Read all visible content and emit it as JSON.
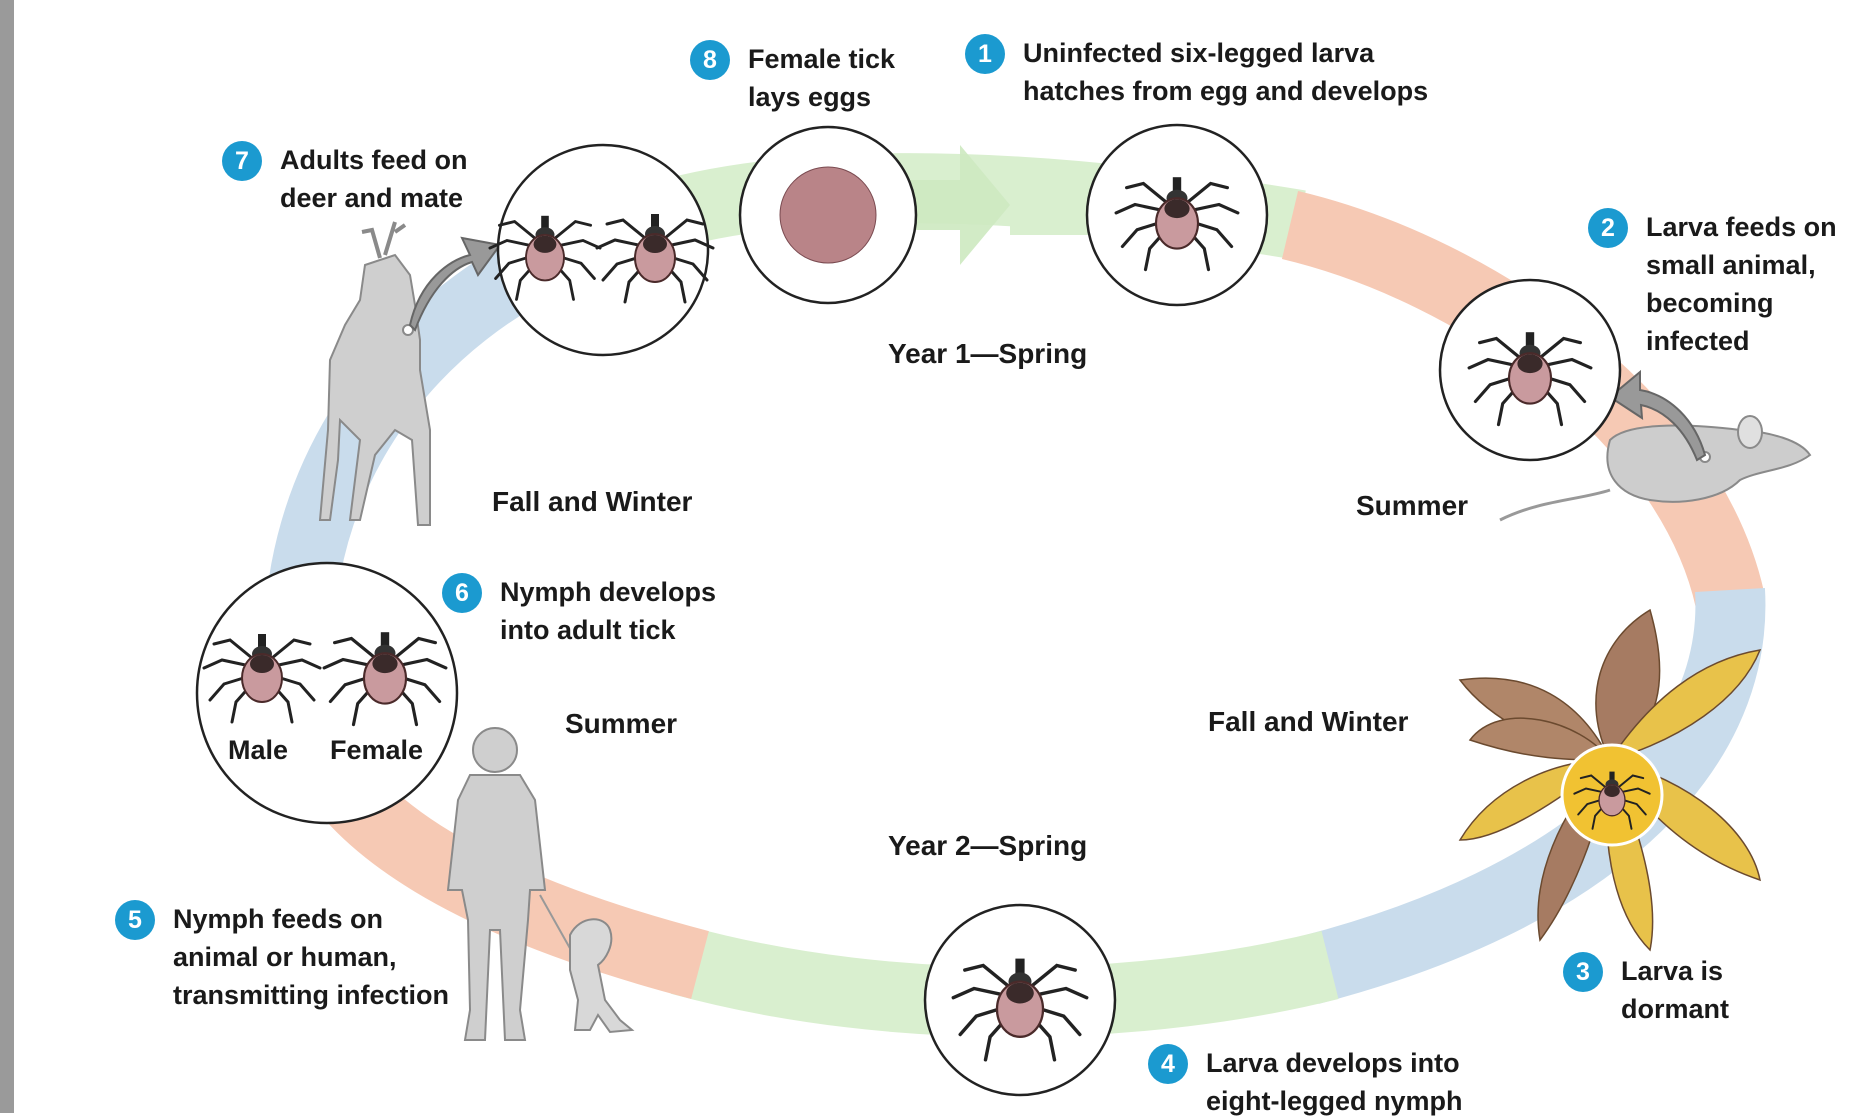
{
  "steps": [
    {
      "number": "1",
      "text": "Uninfected six-legged larva\nhatches from egg and develops"
    },
    {
      "number": "2",
      "text": "Larva feeds on\nsmall animal,\nbecoming\ninfected"
    },
    {
      "number": "3",
      "text": "Larva is\ndormant"
    },
    {
      "number": "4",
      "text": "Larva develops into\neight-legged nymph"
    },
    {
      "number": "5",
      "text": "Nymph feeds on\nanimal or human,\ntransmitting infection"
    },
    {
      "number": "6",
      "text": "Nymph develops\ninto adult tick"
    },
    {
      "number": "7",
      "text": "Adults feed on\ndeer and mate"
    },
    {
      "number": "8",
      "text": "Female tick\nlays eggs"
    }
  ],
  "seasons": {
    "year1_spring": "Year 1—Spring",
    "summer_right": "Summer",
    "fall_winter_right": "Fall and Winter",
    "year2_spring": "Year 2—Spring",
    "summer_left": "Summer",
    "fall_winter_left": "Fall and Winter"
  },
  "adult_labels": {
    "male": "Male",
    "female": "Female"
  },
  "colors": {
    "badge": "#1b9ad0",
    "spring_band": "#d9efcf",
    "summer_band": "#f6c9b4",
    "fall_winter_band": "#c9dcec",
    "tick_body": "#c99a9e"
  }
}
